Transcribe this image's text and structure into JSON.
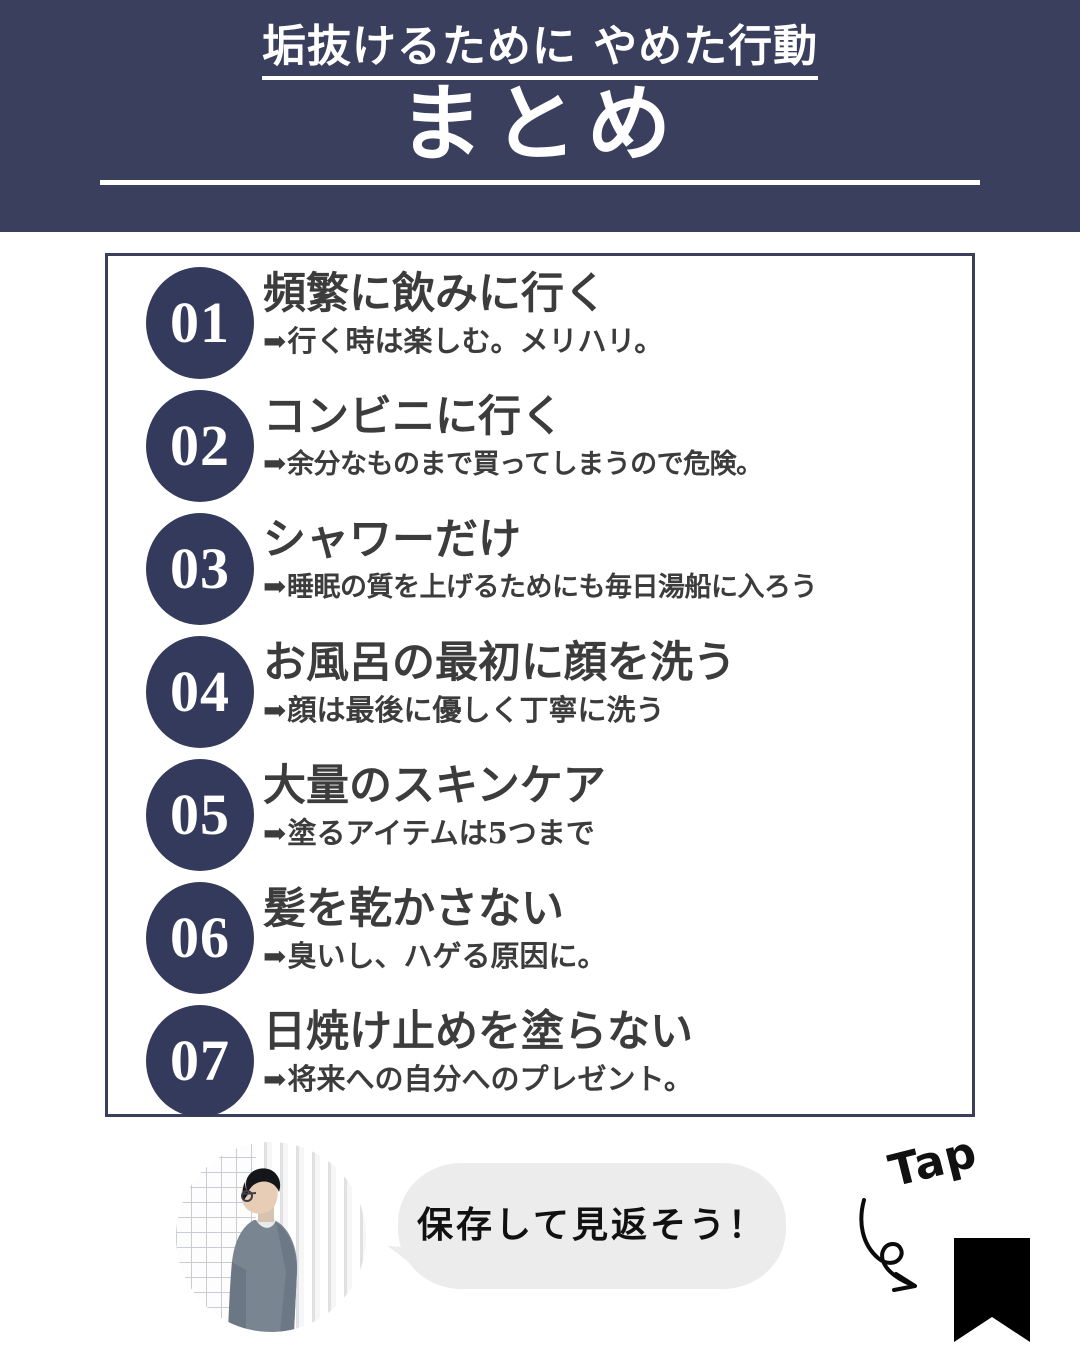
{
  "header": {
    "subtitle": "垢抜けるために やめた行動",
    "title": "まとめ",
    "background_color": "#3a3f5e",
    "text_color": "#ffffff"
  },
  "list": {
    "border_color": "#3a3f5e",
    "badge_color": "#343a5c",
    "text_color": "#3c3c3c",
    "arrow_glyph": "➡",
    "items": [
      {
        "number": "01",
        "title": "頻繁に飲みに行く",
        "subtitle": "行く時は楽しむ。メリハリ。"
      },
      {
        "number": "02",
        "title": "コンビニに行く",
        "subtitle": "余分なものまで買ってしまうので危険。"
      },
      {
        "number": "03",
        "title": "シャワーだけ",
        "subtitle": "睡眠の質を上げるためにも毎日湯船に入ろう"
      },
      {
        "number": "04",
        "title": "お風呂の最初に顔を洗う",
        "subtitle": "顔は最後に優しく丁寧に洗う"
      },
      {
        "number": "05",
        "title": "大量のスキンケア",
        "subtitle": "塗るアイテムは5つまで"
      },
      {
        "number": "06",
        "title": "髪を乾かさない",
        "subtitle": "臭いし、ハゲる原因に。"
      },
      {
        "number": "07",
        "title": "日焼け止めを塗らない",
        "subtitle": "将来への自分へのプレゼント。"
      }
    ]
  },
  "footer": {
    "avatar_alt": "profile-photo",
    "bubble_text": "保存して見返そう！",
    "bubble_color": "#ececec",
    "tap_label": "Tap",
    "bookmark_icon": "bookmark-save-icon",
    "bookmark_color": "#000000"
  }
}
